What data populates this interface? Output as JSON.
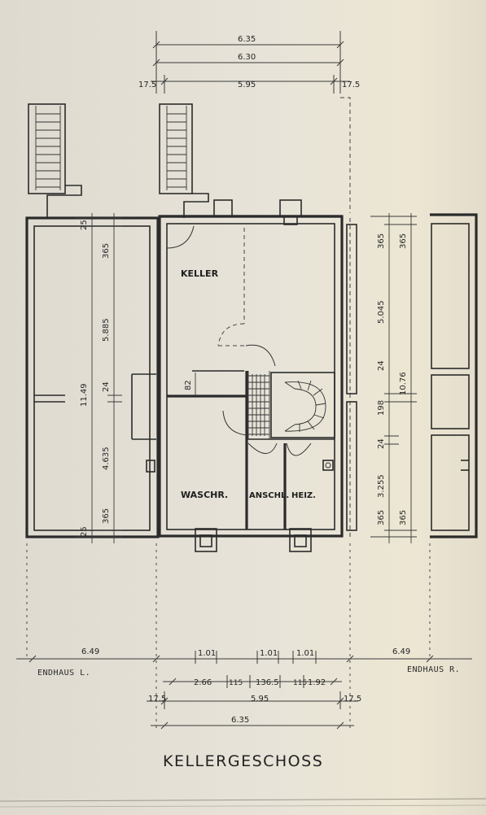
{
  "title": "KELLERGESCHOSS",
  "rooms": {
    "keller": "KELLER",
    "waschr": "WASCHR.",
    "anschl": "ANSCHL.",
    "heiz": "HEIZ."
  },
  "side_labels": {
    "left": "ENDHAUS L.",
    "right": "ENDHAUS R."
  },
  "dims_top": {
    "overall": "6.35",
    "mid": "6.30",
    "inner": "5.95",
    "wall_left": "17.5",
    "wall_right": "17.5"
  },
  "dims_bottom": {
    "left_house": "6.49",
    "right_house": "6.49",
    "win1": "1.01",
    "win2": "1.01",
    "win3": "1.01",
    "seg1": "2.66",
    "seg2": "115",
    "seg3": "136.5",
    "seg4": "115",
    "seg5": "1.92",
    "wall_left": "17.5",
    "inner": "5.95",
    "wall_right": "17.5",
    "overall": "6.35"
  },
  "dims_left": {
    "top_wall": "25",
    "top_seg": "365",
    "upper": "5.885",
    "mid_wall": "24",
    "lower": "4.635",
    "bottom_seg": "365",
    "bottom_wall": "25",
    "total": "11.49"
  },
  "dims_inside": {
    "door_height": "82"
  },
  "dims_right": {
    "top_a": "365",
    "top_b": "365",
    "upper": "5.045",
    "wall1": "24",
    "seg198": "198",
    "wall2": "24",
    "seg3255": "3.255",
    "bot_a": "365",
    "bot_b": "365",
    "total": "10.76"
  }
}
